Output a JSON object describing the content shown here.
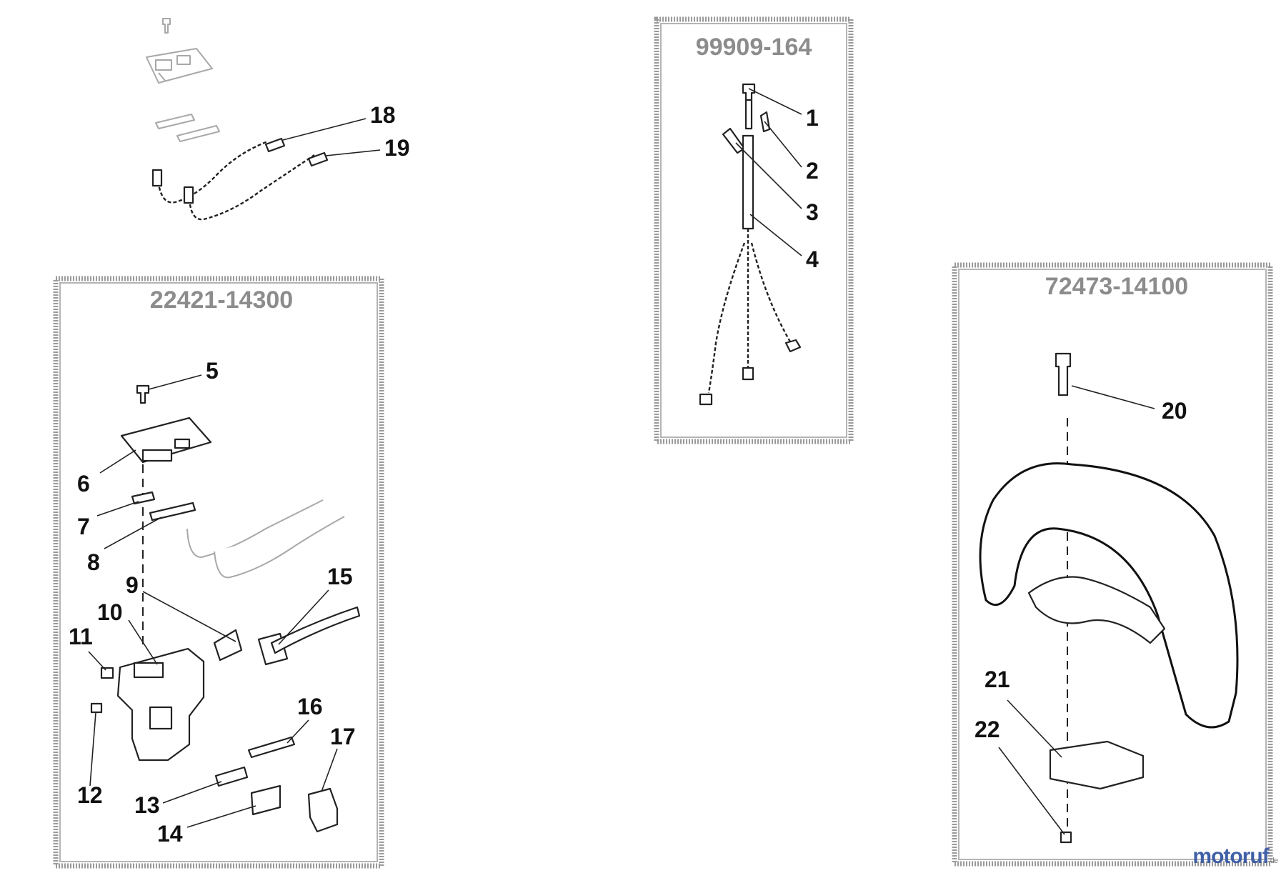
{
  "kits": [
    {
      "label": "99909-164"
    },
    {
      "label": "22421-14300"
    },
    {
      "label": "72473-14100"
    }
  ],
  "callouts": [
    "1",
    "2",
    "3",
    "4",
    "5",
    "6",
    "7",
    "8",
    "9",
    "10",
    "11",
    "12",
    "13",
    "14",
    "15",
    "16",
    "17",
    "18",
    "19",
    "20",
    "21",
    "22"
  ],
  "watermark": {
    "brand": "motoruf",
    "suffix": ".de"
  }
}
